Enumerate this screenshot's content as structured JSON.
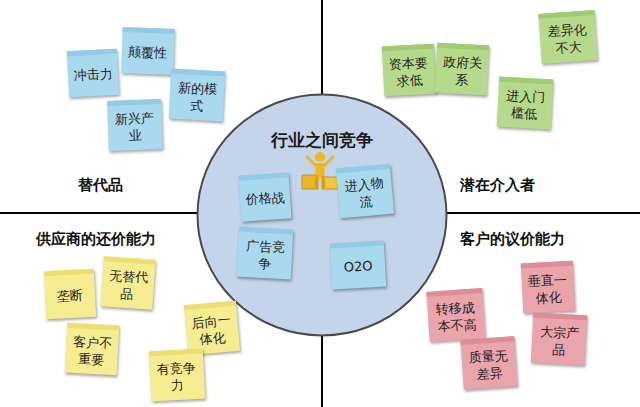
{
  "diagram": {
    "nodes": [
      {
        "text": [
          "冲击力"
        ]
      },
      {
        "text": [
          "颠覆性"
        ]
      },
      {
        "text": [
          "新的模式"
        ]
      },
      {
        "text": [
          "新兴产业"
        ]
      },
      {
        "text": [
          "资本要求低"
        ]
      },
      {
        "text": [
          "政府关系"
        ]
      },
      {
        "text": [
          "差异化不大"
        ]
      },
      {
        "text": [
          "进入门槛低"
        ]
      },
      {
        "text": [
          "行业之间竞争"
        ]
      },
      {
        "text": [
          "价格战"
        ],
        "in": 8
      },
      {
        "text": [
          "进入物流"
        ],
        "in": 8
      },
      {
        "text": [
          "广告竞争"
        ],
        "in": 8
      },
      {
        "text": [
          "O2O"
        ],
        "in": 8
      },
      {
        "text": [
          "垄断"
        ]
      },
      {
        "text": [
          "无替代品"
        ]
      },
      {
        "text": [
          "客户不重要"
        ]
      },
      {
        "text": [
          "后向一体化"
        ]
      },
      {
        "text": [
          "有竞争力"
        ]
      },
      {
        "text": [
          "转移成本不高"
        ]
      },
      {
        "text": [
          "垂直一体化"
        ]
      },
      {
        "text": [
          "大宗产品"
        ]
      },
      {
        "text": [
          "质量无差异"
        ]
      }
    ],
    "labels": [
      "替代品",
      "潜在介入者",
      "供应商的还价能力",
      "客户的议价能力"
    ]
  }
}
